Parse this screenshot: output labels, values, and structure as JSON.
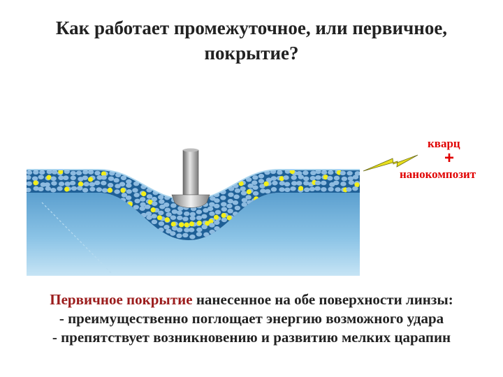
{
  "title": {
    "line1": "Как работает промежуточное, или первичное,",
    "line2": "покрытие?"
  },
  "labels": {
    "quartz": "кварц",
    "plus": "+",
    "nanocomposite": "нанокомпозит"
  },
  "caption": {
    "highlight": "Первичное покрытие",
    "line1_rest": " нанесенное на обе поверхности линзы:",
    "line2": " - преимущественно поглощает энергию возможного  удара",
    "line3": "- препятствует возникновению и развитию мелких царапин"
  },
  "colors": {
    "highlight": "#9b1c1c",
    "label": "#e00000",
    "particles": "#f2ee1a",
    "coating": "#1e5f96",
    "lens": "#7fb8de"
  }
}
